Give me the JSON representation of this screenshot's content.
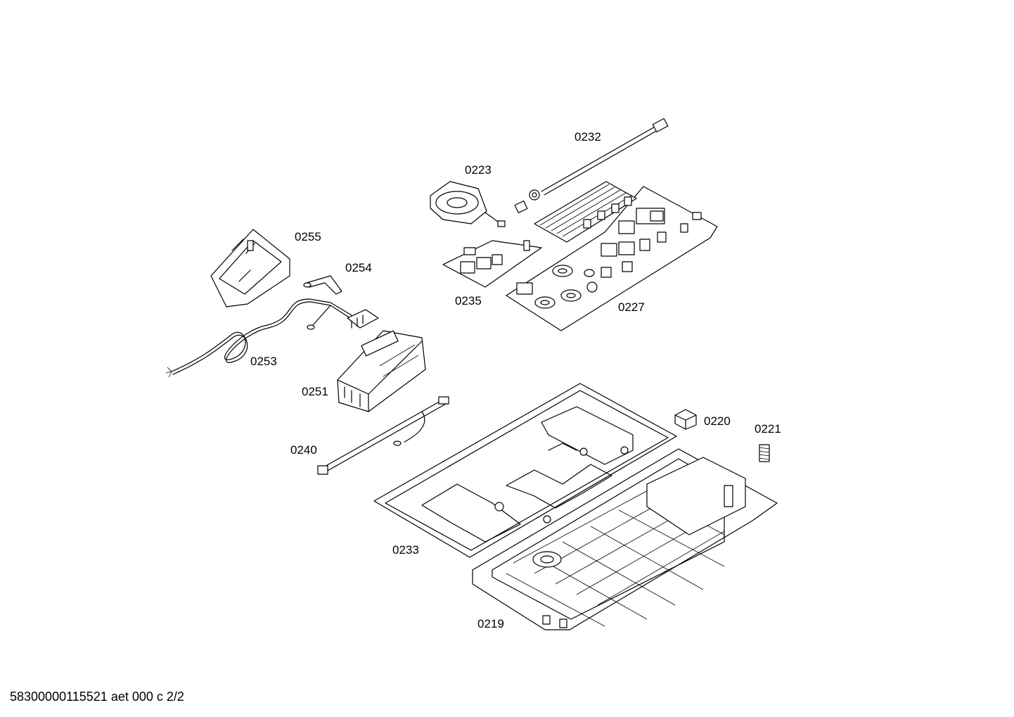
{
  "drawing_title": "",
  "footer": {
    "code": "58300000115521 aet 000 c 2/2"
  },
  "parts": [
    {
      "id": "0232"
    },
    {
      "id": "0223"
    },
    {
      "id": "0255"
    },
    {
      "id": "0254"
    },
    {
      "id": "0235"
    },
    {
      "id": "0227"
    },
    {
      "id": "0253"
    },
    {
      "id": "0251"
    },
    {
      "id": "0220"
    },
    {
      "id": "0221"
    },
    {
      "id": "0240"
    },
    {
      "id": "0233"
    },
    {
      "id": "0219"
    }
  ],
  "colors": {
    "ink": "#000000",
    "paper": "#ffffff"
  }
}
